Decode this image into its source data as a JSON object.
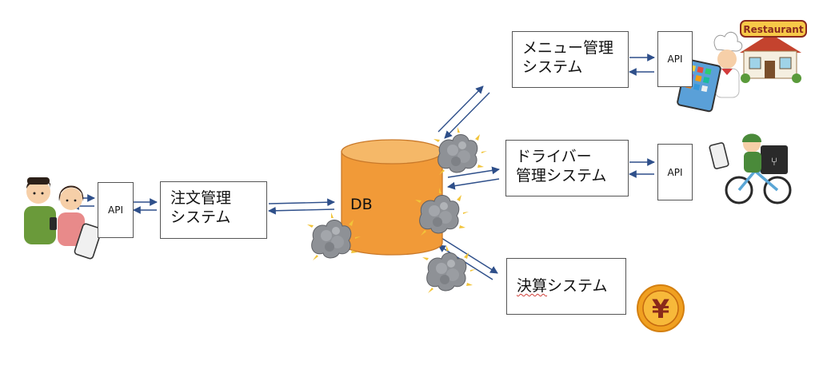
{
  "diagram": {
    "db_label": "DB",
    "api_label": "API",
    "nodes": {
      "order": {
        "line1": "注文管理",
        "line2": "システム"
      },
      "menu": {
        "line1": "メニュー管理",
        "line2": "システム"
      },
      "driver": {
        "line1": "ドライバー",
        "line2": "管理システム"
      },
      "payment": {
        "line1a": "決算",
        "line1b": "システム"
      }
    },
    "restaurant_sign": "Restaurant",
    "yen_symbol": "¥"
  }
}
